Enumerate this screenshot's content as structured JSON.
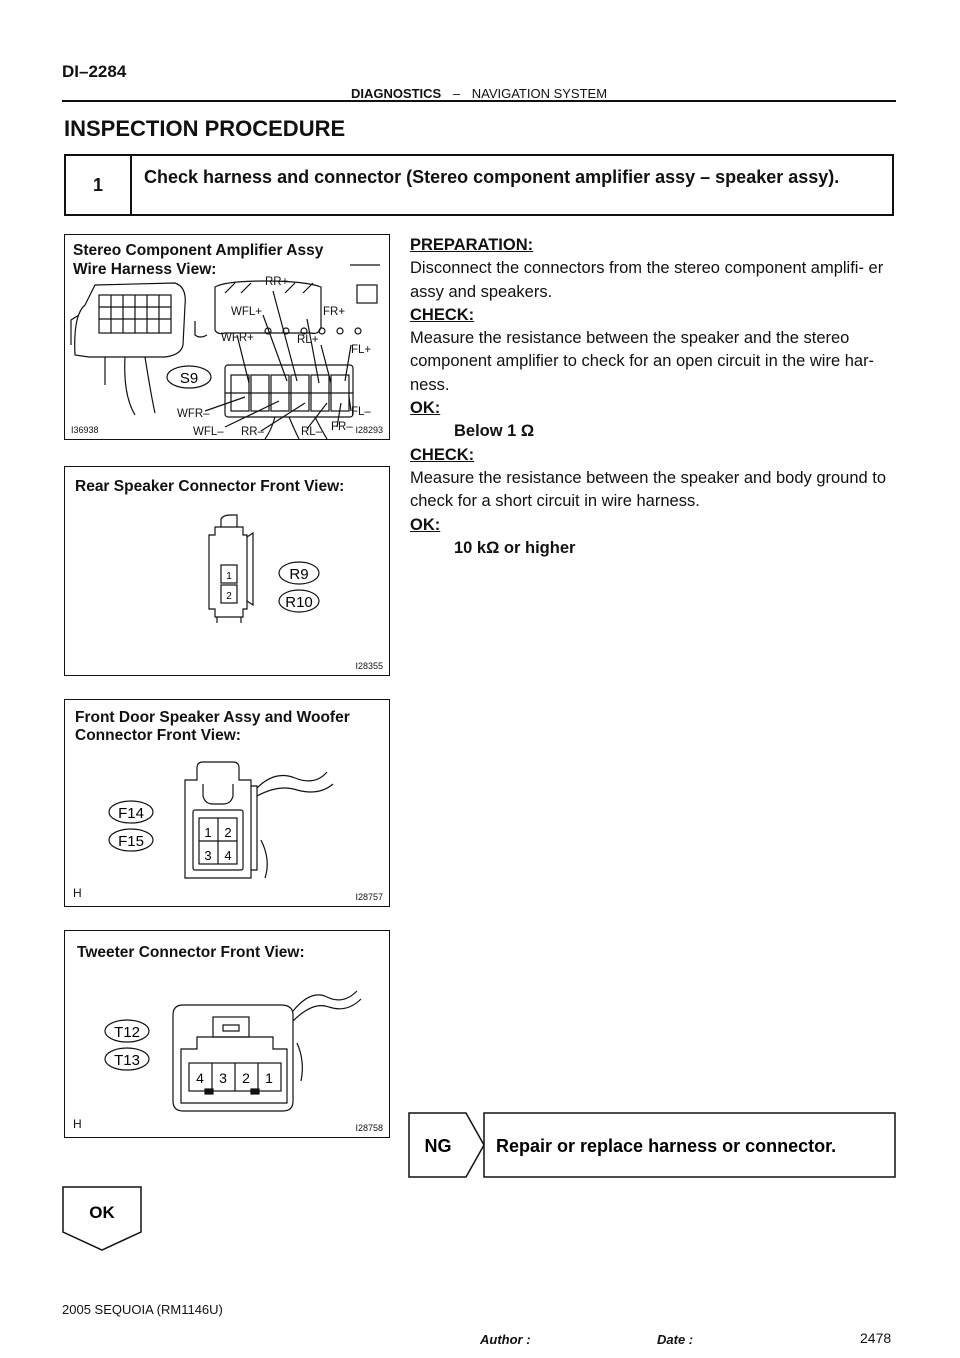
{
  "header": {
    "page_code": "DI–2284",
    "section": "DIAGNOSTICS",
    "separator": "–",
    "subsection": "NAVIGATION SYSTEM"
  },
  "section_title": "INSPECTION PROCEDURE",
  "step": {
    "number": "1",
    "title": "Check harness and connector (Stereo component amplifier assy – speaker assy)."
  },
  "figures": {
    "amp": {
      "title_line1": "Stereo Component Amplifier Assy",
      "title_line2": "Wire Harness View:",
      "connector": "S9",
      "pins": {
        "rr_plus": "RR+",
        "wfl_plus": "WFL+",
        "fr_plus": "FR+",
        "wfr_plus": "WFR+",
        "rl_plus": "RL+",
        "fl_plus": "FL+",
        "wfr_minus": "WFR–",
        "fl_minus": "FL–",
        "wfl_minus": "WFL–",
        "rr_minus": "RR–",
        "rl_minus": "RL–",
        "fr_minus": "FR–"
      },
      "code_left": "I36938",
      "code_right": "I28293"
    },
    "rear": {
      "title": "Rear Speaker Connector Front View:",
      "connectors": [
        "R9",
        "R10"
      ],
      "pins": [
        "1",
        "2"
      ],
      "code": "I28355"
    },
    "front": {
      "title_line1": "Front Door Speaker Assy and Woofer",
      "title_line2": "Connector Front View:",
      "connectors": [
        "F14",
        "F15"
      ],
      "pins": [
        "1",
        "2",
        "3",
        "4"
      ],
      "mark": "H",
      "code": "I28757"
    },
    "tweeter": {
      "title": "Tweeter Connector Front View:",
      "connectors": [
        "T12",
        "T13"
      ],
      "pins": [
        "4",
        "3",
        "2",
        "1"
      ],
      "mark": "H",
      "code": "I28758"
    }
  },
  "procedure": {
    "prep_label": "PREPARATION:",
    "prep_text": "Disconnect the connectors from the stereo component amplifi- er assy and speakers.",
    "check1_label": "CHECK:",
    "check1_text": "Measure the resistance between the speaker and the stereo component amplifier to check for an open circuit in the wire har- ness.",
    "ok1_label": "OK:",
    "ok1_value": "Below 1 Ω",
    "check2_label": "CHECK:",
    "check2_text": "Measure the resistance between the speaker and body ground to check for a short circuit in wire harness.",
    "ok2_label": "OK:",
    "ok2_value": "10 kΩ or higher"
  },
  "result": {
    "ng_label": "NG",
    "ng_action": "Repair or replace harness or connector.",
    "ok_label": "OK"
  },
  "footer": {
    "model": "2005 SEQUOIA   (RM1146U)",
    "author_label": "Author :",
    "date_label": "Date :",
    "page_number": "2478"
  }
}
